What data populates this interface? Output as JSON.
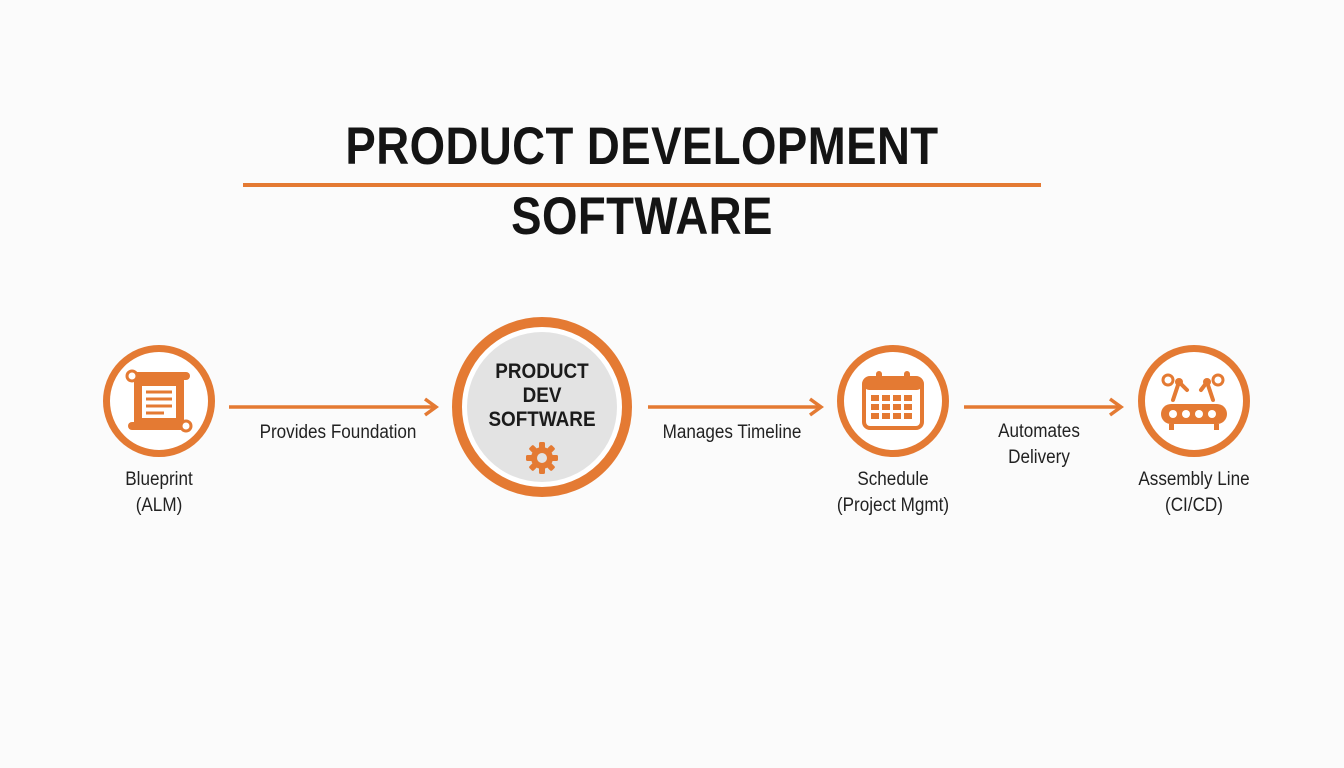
{
  "title": "PRODUCT DEVELOPMENT SOFTWARE",
  "center": {
    "lines": [
      "PRODUCT",
      "DEV",
      "SOFTWARE"
    ],
    "icon": "gear-icon"
  },
  "nodes": [
    {
      "icon": "scroll-icon",
      "label_lines": [
        "Blueprint",
        "(ALM)"
      ]
    },
    {
      "icon": "calendar-icon",
      "label_lines": [
        "Schedule",
        "(Project Mgmt)"
      ]
    },
    {
      "icon": "assembly-line-icon",
      "label_lines": [
        "Assembly Line",
        "(CI/CD)"
      ]
    }
  ],
  "edges": [
    {
      "label_lines": [
        "Provides Foundation"
      ]
    },
    {
      "label_lines": [
        "Manages Timeline"
      ]
    },
    {
      "label_lines": [
        "Automates",
        "Delivery"
      ]
    }
  ],
  "colors": {
    "accent": "#e47a33",
    "center_fill": "#e3e3e3",
    "text": "#1a1a1a"
  }
}
